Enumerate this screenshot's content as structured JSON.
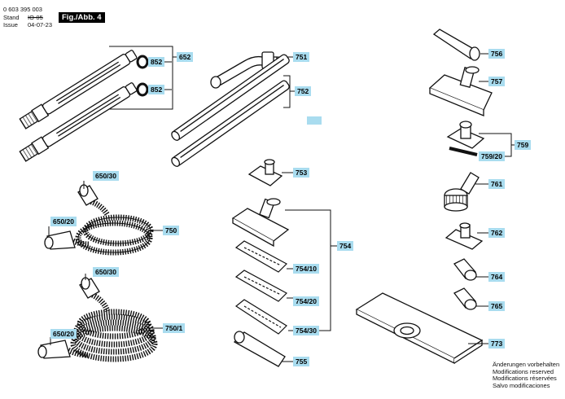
{
  "header": {
    "part_number": "0 603 395 003",
    "stand_label": "Stand",
    "stand_value": "IO-05",
    "issue_label": "Issue",
    "issue_value": "04-07-23",
    "figure": "Fig./Abb. 4"
  },
  "labels": {
    "l652": "652",
    "l852a": "852",
    "l852b": "852",
    "l751": "751",
    "l752": "752",
    "l756": "756",
    "l757": "757",
    "l759": "759",
    "l759_20": "759/20",
    "l761": "761",
    "l650_30a": "650/30",
    "l650_20a": "650/20",
    "l750": "750",
    "l753": "753",
    "l754": "754",
    "l754_10": "754/10",
    "l754_20": "754/20",
    "l754_30": "754/30",
    "l755": "755",
    "l762": "762",
    "l764": "764",
    "l765": "765",
    "l650_30b": "650/30",
    "l650_20b": "650/20",
    "l750_1": "750/1",
    "l773": "773"
  },
  "notes": [
    "Änderungen vorbehalten",
    "Modifications reserved",
    "Modifications réservées",
    "Salvo modificaciones"
  ]
}
